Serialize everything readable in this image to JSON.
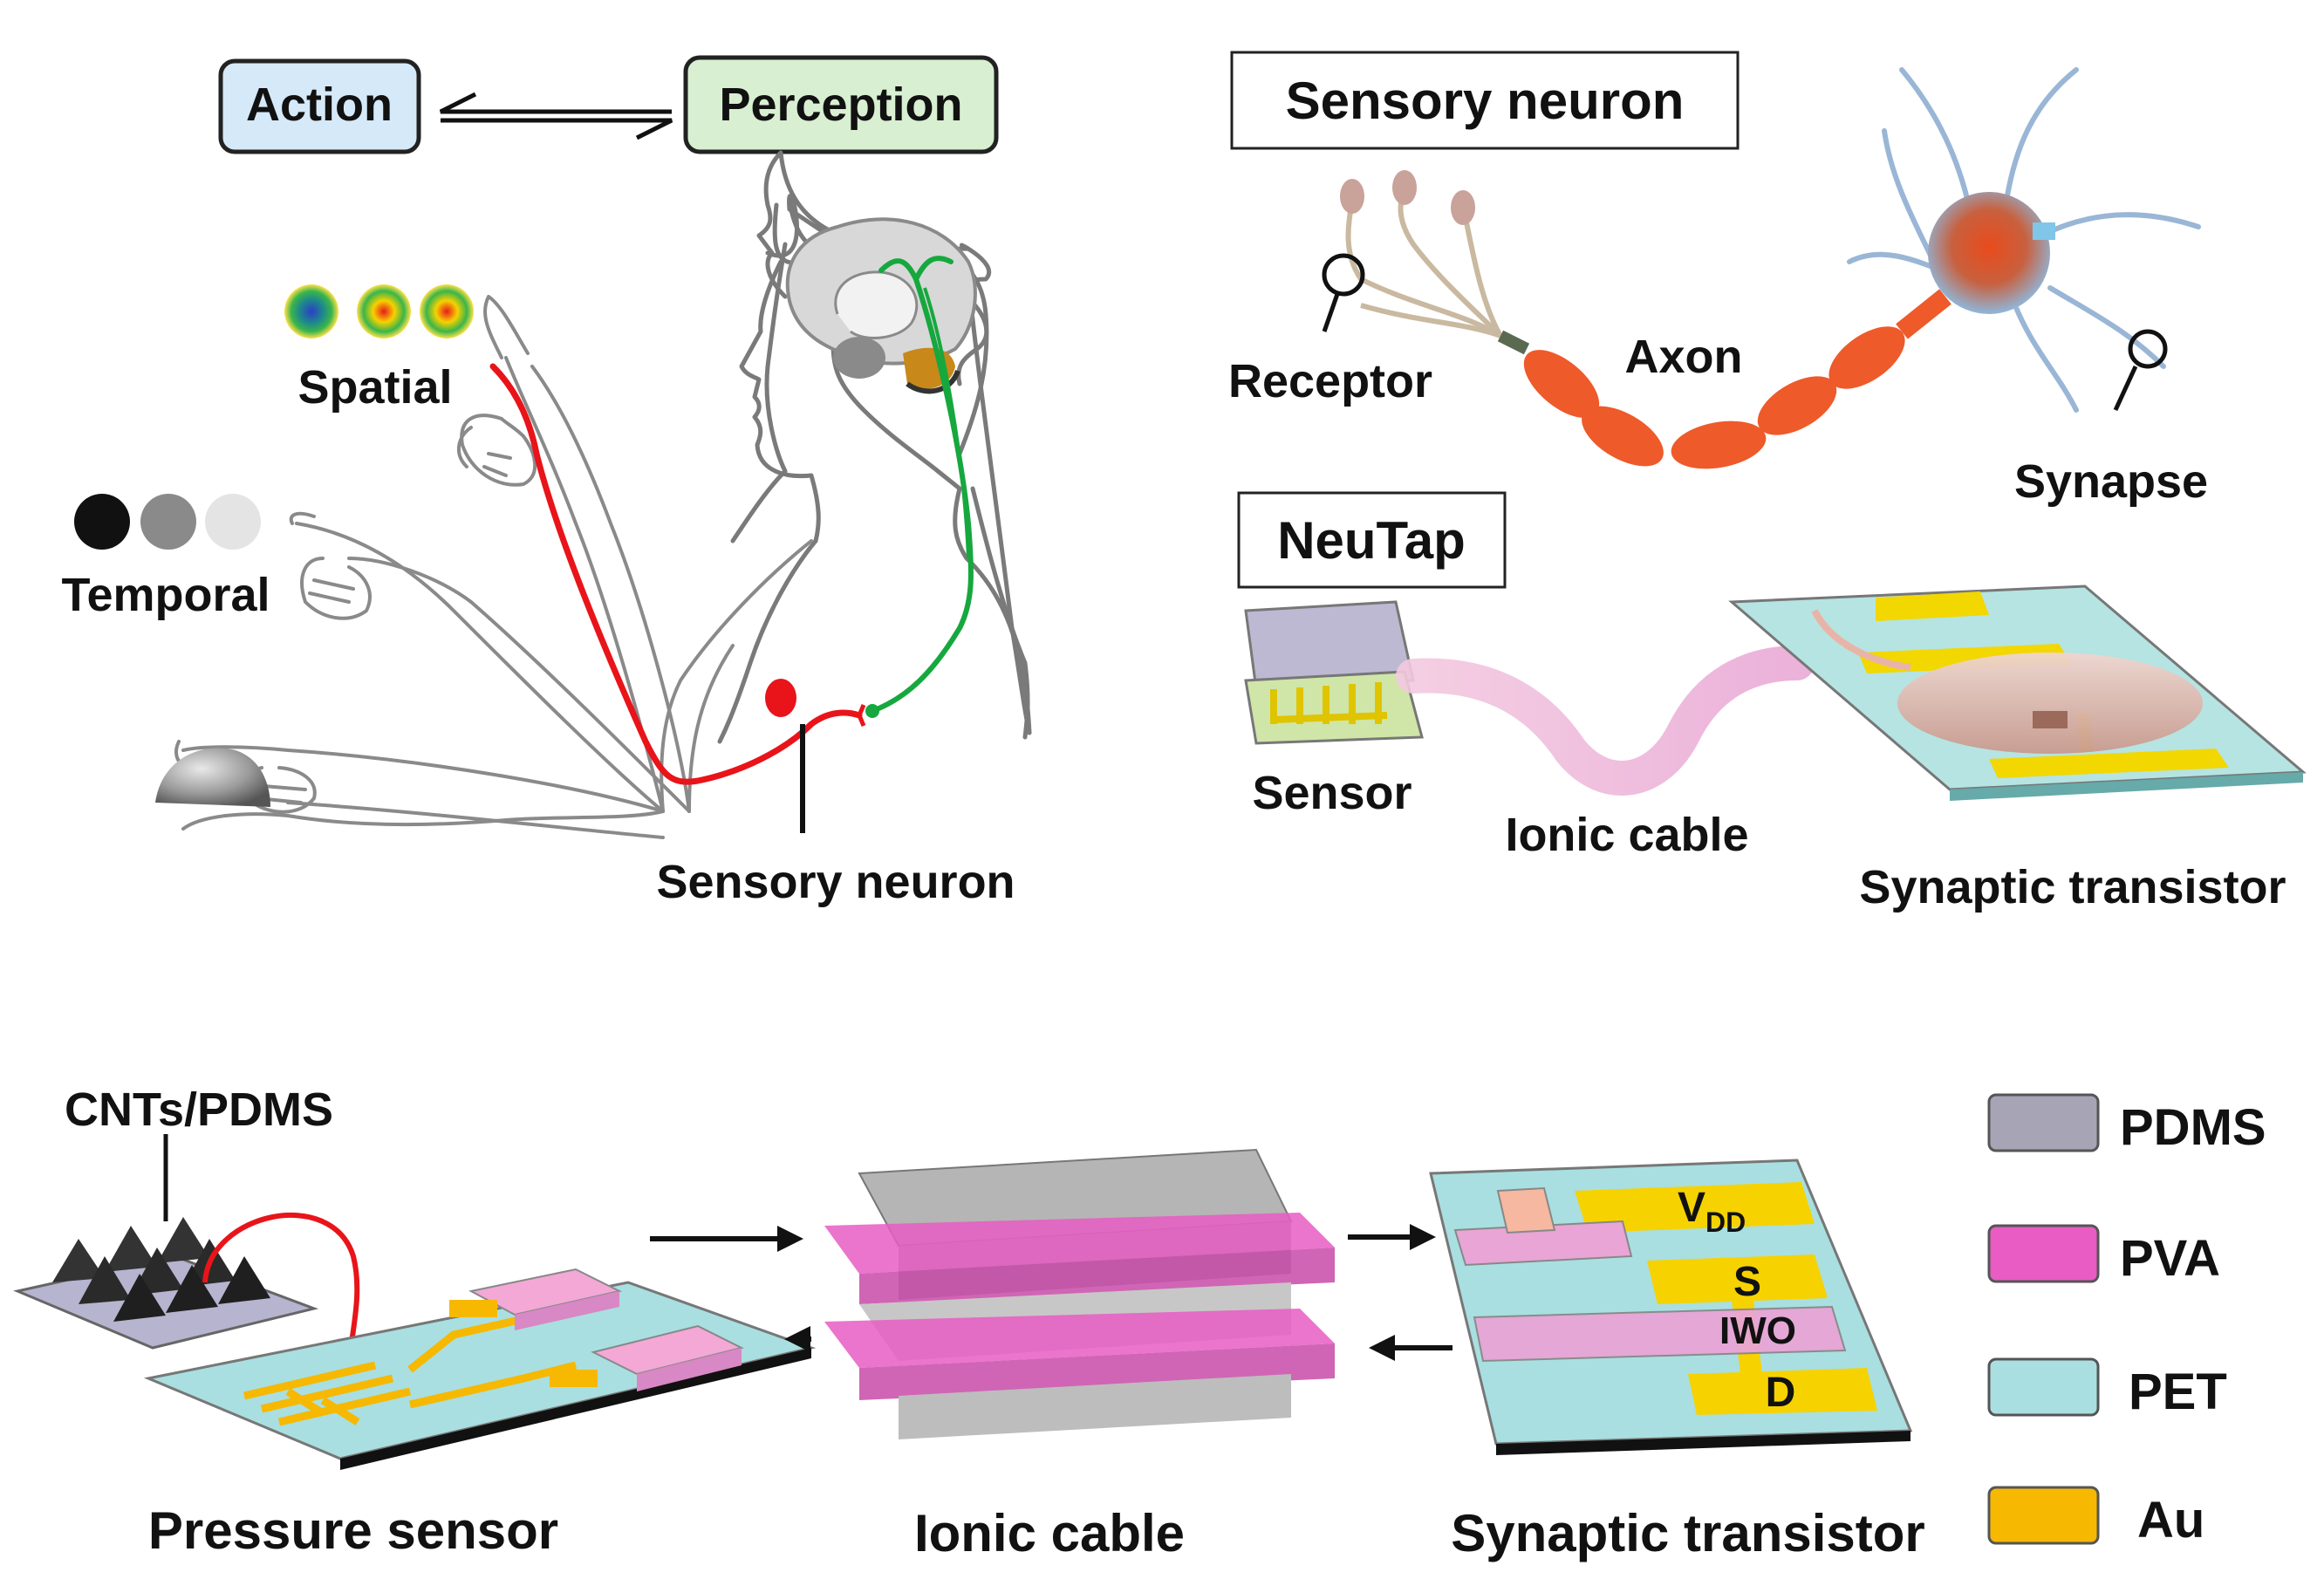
{
  "panel_a": {
    "action": "Action",
    "perception": "Perception",
    "spatial": "Spatial",
    "temporal": "Temporal",
    "sensory_neuron": "Sensory neuron"
  },
  "panel_b": {
    "title": "Sensory neuron",
    "receptor": "Receptor",
    "axon": "Axon",
    "synapse": "Synapse",
    "neutap": "NeuTap",
    "sensor": "Sensor",
    "ionic_cable": "Ionic cable",
    "synaptic_transistor": "Synaptic transistor"
  },
  "panel_c": {
    "cnts_pdms": "CNTs/PDMS",
    "pressure_sensor": "Pressure sensor",
    "ionic_cable": "Ionic cable",
    "synaptic_transistor": "Synaptic transistor",
    "vdd_main": "V",
    "vdd_sub": "DD",
    "s": "S",
    "iwo": "IWO",
    "d": "D"
  },
  "legend": [
    {
      "label": "PDMS",
      "color": "#a7a4b6"
    },
    {
      "label": "PVA",
      "color": "#e85cc3"
    },
    {
      "label": "PET",
      "color": "#a9dfe0"
    },
    {
      "label": "Au",
      "color": "#f6b800"
    }
  ],
  "colors": {
    "action_box": "#d6e9f8",
    "perception_box": "#d8efd2",
    "motor_path": "#e8141a",
    "sensory_path": "#16a83e",
    "axon": "#ee5a2a",
    "gold": "#f2d700"
  }
}
